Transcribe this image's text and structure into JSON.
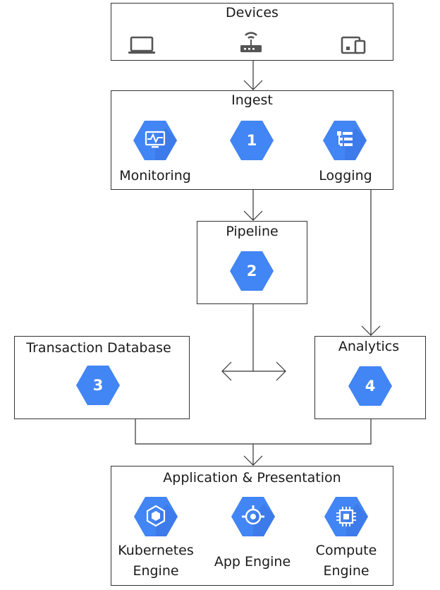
{
  "devices": {
    "title": "Devices",
    "icons": [
      "laptop-icon",
      "router-icon",
      "devices-icon"
    ]
  },
  "ingest": {
    "title": "Ingest",
    "monitoring_label": "Monitoring",
    "step": "1",
    "logging_label": "Logging"
  },
  "pipeline": {
    "title": "Pipeline",
    "step": "2"
  },
  "transaction_db": {
    "title": "Transaction Database",
    "step": "3"
  },
  "analytics": {
    "title": "Analytics",
    "step": "4"
  },
  "app_presentation": {
    "title": "Application & Presentation",
    "kubernetes_line1": "Kubernetes",
    "kubernetes_line2": "Engine",
    "app_engine": "App Engine",
    "compute_line1": "Compute",
    "compute_line2": "Engine"
  },
  "colors": {
    "hex_fill": "#4285F4",
    "device_icon": "#555555",
    "line": "#333333"
  }
}
